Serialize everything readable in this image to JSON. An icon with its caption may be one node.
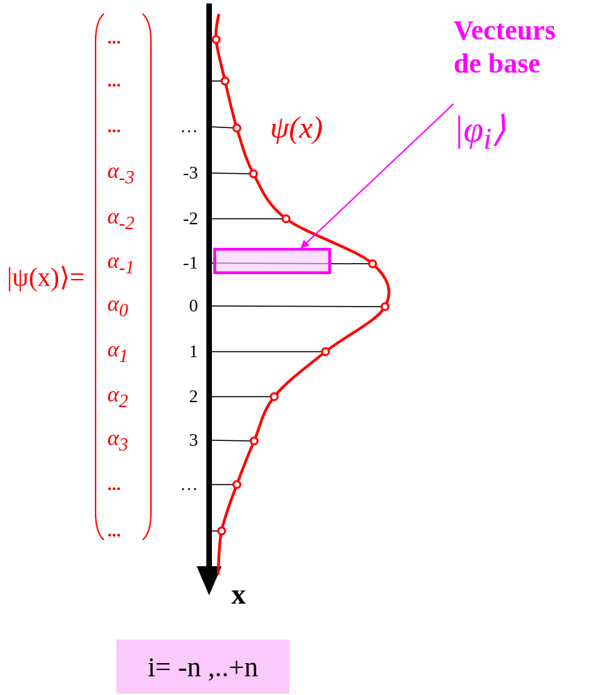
{
  "diagram": {
    "nodes": [
      {
        "text": [
          "Vecteurs de base",
          "|φ$_{i}$⟩"
        ]
      },
      {
        "text": [],
        "shape": "box"
      },
      {
        "text": [
          "i= -n ,..+n"
        ]
      }
    ],
    "edges": [
      {
        "from": 0,
        "to": 1,
        "arrow": "to"
      }
    ],
    "labels": [
      "|ψ(x)⟩=",
      "...",
      "...",
      "...",
      "α$_{-3}$",
      "α$_{-2}$",
      "α$_{-1}$",
      "α$_{0}$",
      "α$_{1}$",
      "α$_{2}$",
      "α$_{3}$",
      "...",
      "...",
      "…",
      "-3",
      "-2",
      "-1",
      "0",
      "1",
      "2",
      "3",
      "…",
      "ψ(x)",
      "x"
    ]
  }
}
